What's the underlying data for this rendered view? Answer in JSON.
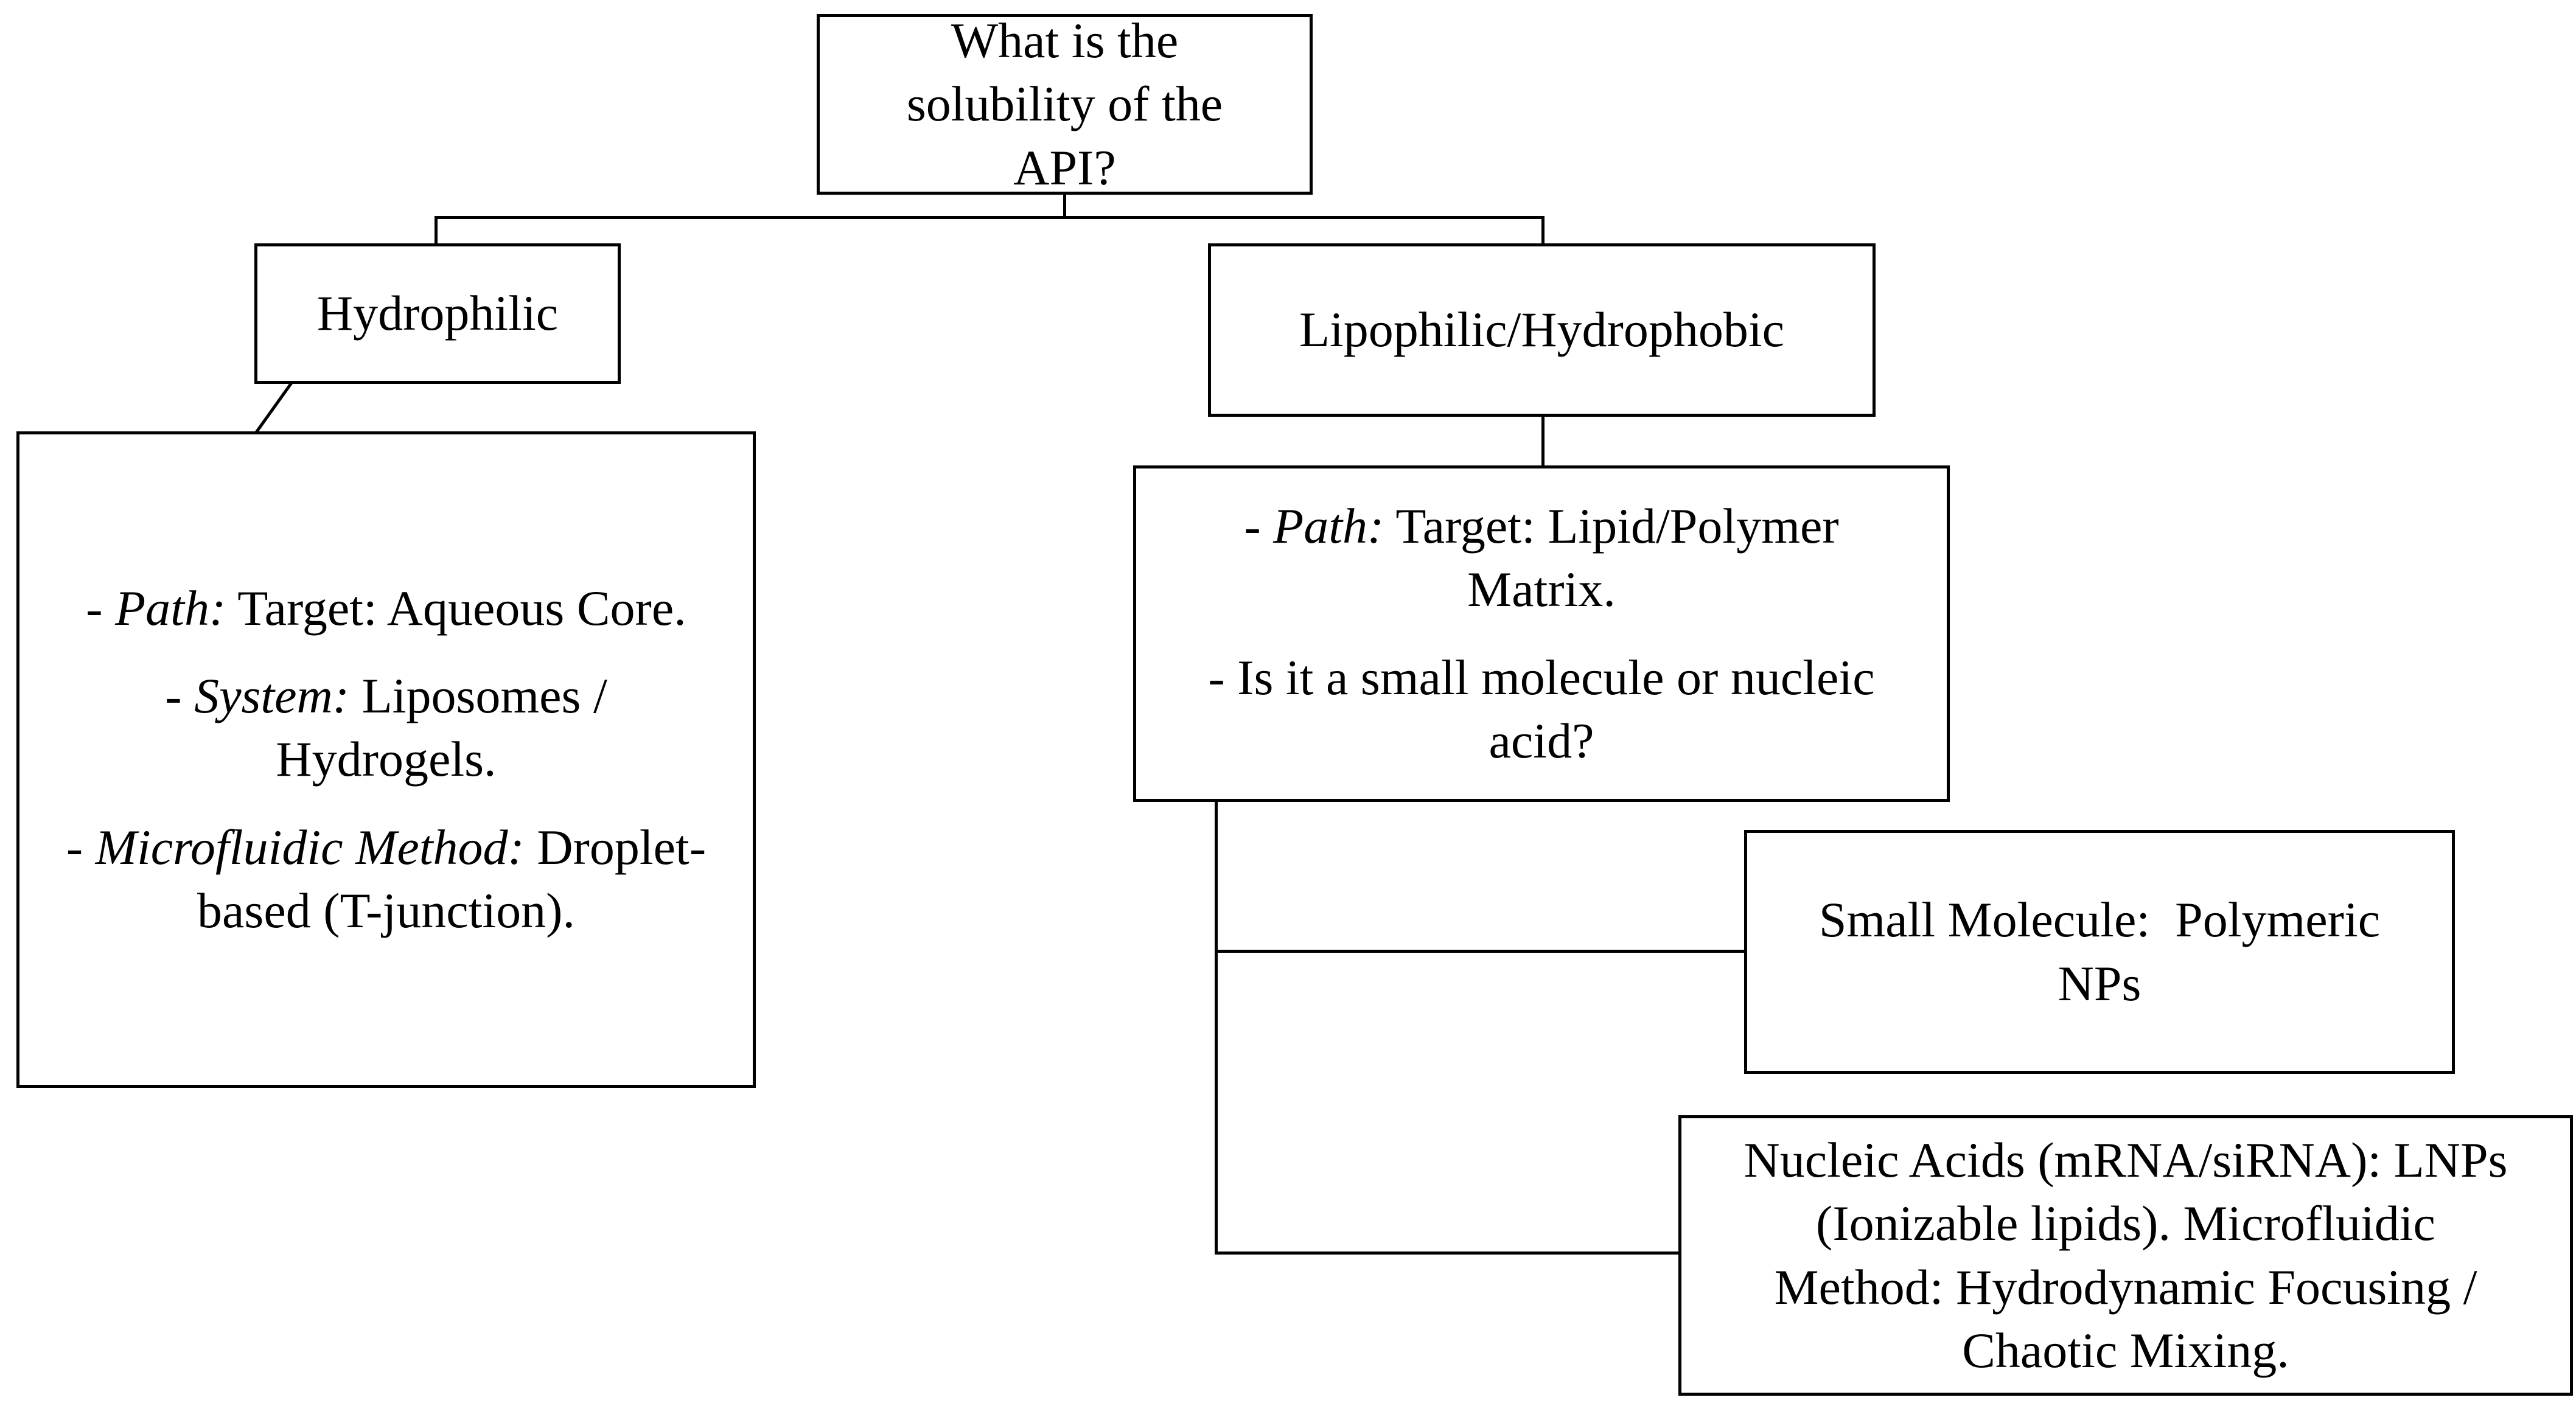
{
  "root": {
    "question": [
      "What is the",
      "solubility of the",
      "API?"
    ]
  },
  "hydrophilic": {
    "title": "Hydrophilic",
    "items": [
      {
        "prefix": "- ",
        "label": "Path:",
        "text_lines": [
          " Target: Aqueous Core."
        ]
      },
      {
        "prefix": "- ",
        "label": "System:",
        "text_lines": [
          " Liposomes /",
          "Hydrogels."
        ]
      },
      {
        "prefix": "- ",
        "label": "Microfluidic Method:",
        "text_lines": [
          " Droplet-",
          "based (T-junction)."
        ]
      }
    ]
  },
  "lipophilic": {
    "title": "Lipophilic/Hydrophobic",
    "items": [
      {
        "prefix": "- ",
        "label": "Path:",
        "text_lines": [
          " Target: Lipid/Polymer",
          "Matrix."
        ]
      },
      {
        "prefix": "",
        "label": "",
        "text_lines": [
          "- Is it a small molecule or nucleic",
          "acid?"
        ]
      }
    ]
  },
  "small_molecule": {
    "lines": [
      "Small Molecule:  Polymeric",
      "NPs"
    ]
  },
  "nucleic_acids": {
    "lines": [
      "Nucleic Acids (mRNA/siRNA): LNPs",
      "(Ionizable lipids). Microfluidic",
      "Method: Hydrodynamic Focusing /",
      "Chaotic Mixing."
    ]
  }
}
